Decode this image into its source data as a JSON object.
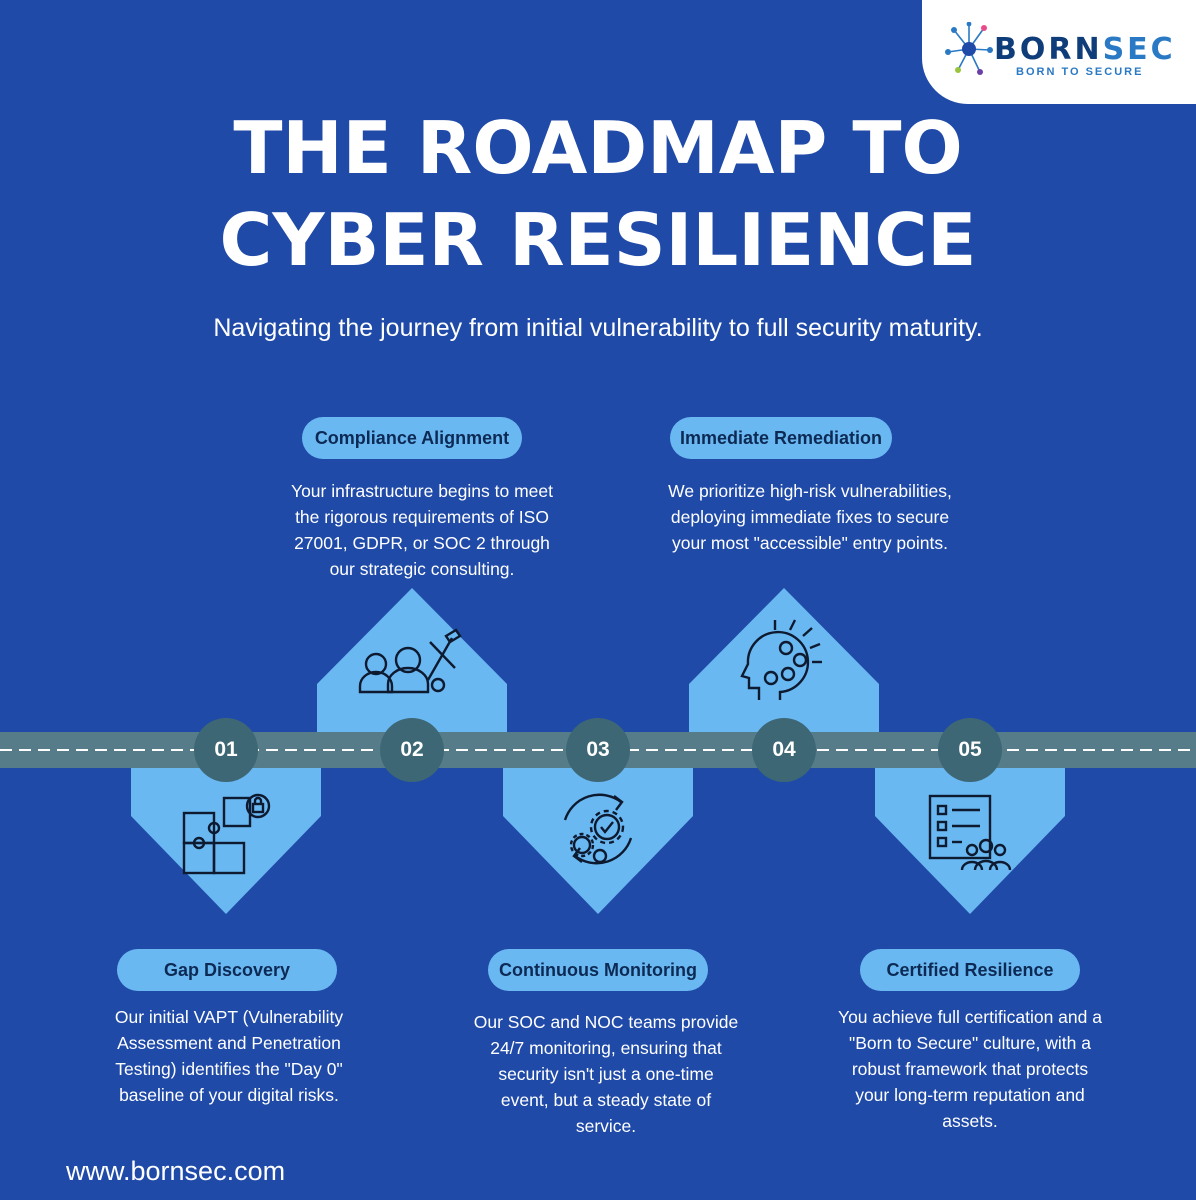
{
  "brand": {
    "name_left": "BORN",
    "name_right": "SEC",
    "tagline": "BORN TO SECURE",
    "color_primary": "#0f3d7a",
    "color_accent": "#2a79c4"
  },
  "title_line1": "THE ROADMAP TO",
  "title_line2": "CYBER RESILIENCE",
  "subtitle": "Navigating the journey from initial vulnerability to full security maturity.",
  "colors": {
    "background": "#1f4aa8",
    "card": "#6ab8f2",
    "road": "#567c89",
    "step_circle": "#3d6775",
    "icon_stroke": "#0d1a30"
  },
  "steps": [
    {
      "number": "01",
      "title": "Gap Discovery",
      "icon": "puzzle-lock-icon",
      "lines": [
        "Our initial VAPT (Vulnerability",
        "Assessment and Penetration",
        "Testing) identifies the \"Day 0\"",
        "baseline of your digital risks."
      ]
    },
    {
      "number": "02",
      "title": "Compliance Alignment",
      "icon": "team-tools-icon",
      "lines": [
        "Your infrastructure begins to meet",
        "the rigorous requirements of ISO",
        "27001, GDPR, or SOC 2 through",
        "our strategic consulting."
      ]
    },
    {
      "number": "03",
      "title": "Continuous Monitoring",
      "icon": "gears-cycle-icon",
      "lines": [
        "Our SOC and NOC teams provide",
        "24/7 monitoring, ensuring that",
        "security isn't just a one-time",
        "event, but a steady state of",
        "service."
      ]
    },
    {
      "number": "04",
      "title": "Immediate Remediation",
      "icon": "head-thinking-icon",
      "lines": [
        "We prioritize high-risk vulnerabilities,",
        "deploying immediate fixes to secure",
        "your most \"accessible\" entry points."
      ]
    },
    {
      "number": "05",
      "title": "Certified Resilience",
      "icon": "checklist-team-icon",
      "lines": [
        "You achieve full certification and a",
        "\"Born to Secure\" culture, with a",
        "robust framework that protects",
        "your long-term reputation and",
        "assets."
      ]
    }
  ],
  "website": "www.bornsec.com"
}
